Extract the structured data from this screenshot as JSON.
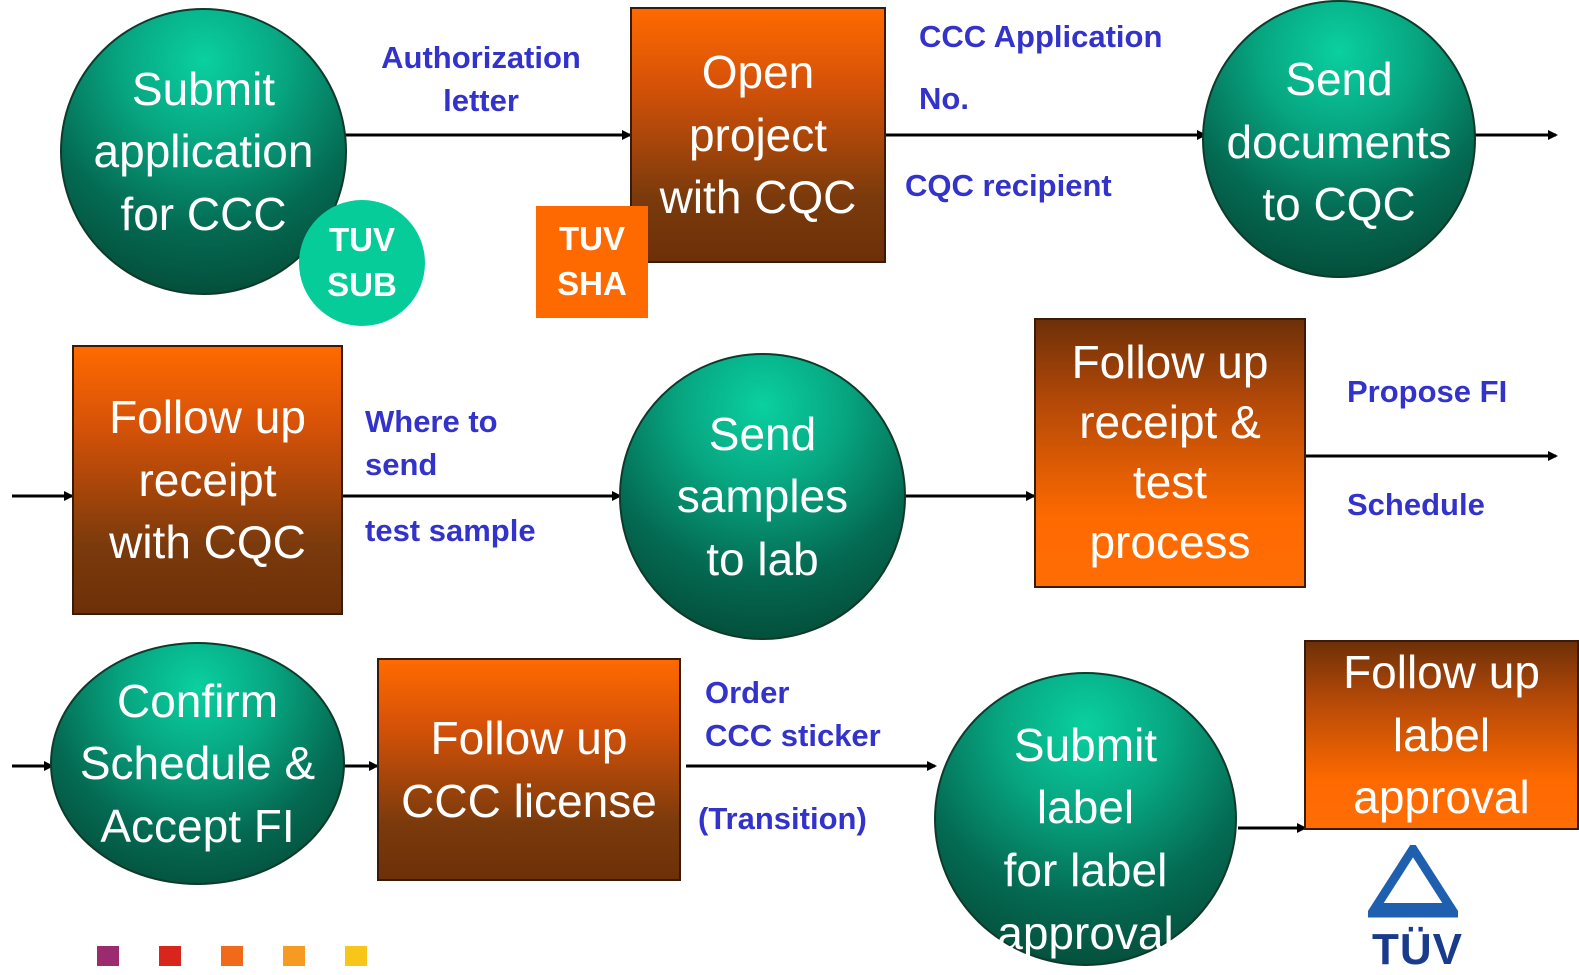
{
  "nodes": {
    "submit_application": "Submit\napplication\nfor CCC",
    "open_project": "Open\nproject\nwith CQC",
    "send_documents": "Send\ndocuments\nto CQC",
    "follow_up_receipt_cqc": "Follow up\nreceipt\nwith CQC",
    "send_samples": "Send\nsamples\nto lab",
    "follow_up_receipt_test": "Follow up\nreceipt &\ntest\nprocess",
    "confirm_schedule": "Confirm\nSchedule &\nAccept FI",
    "follow_up_license": "Follow up\nCCC license",
    "submit_label": "Submit\nlabel\nfor label\napproval",
    "follow_up_label": "Follow up\nlabel\napproval"
  },
  "tags": {
    "tuv_sub": "TUV\nSUB",
    "tuv_sha": "TUV\nSHA"
  },
  "edge_labels": {
    "authorization_letter": "Authorization\nletter",
    "ccc_application_no": "CCC Application\n\nNo.",
    "cqc_recipient": "CQC recipient",
    "where_to_send": "Where to\nsend",
    "test_sample": "test sample",
    "propose_fi": "Propose FI",
    "schedule": "Schedule",
    "order_ccc_sticker": "Order\nCCC sticker",
    "transition": "(Transition)"
  },
  "logo": {
    "name": "TÜV",
    "bar_colors": [
      "#9c2a6e",
      "#d9261c",
      "#f06a1a",
      "#f79a22",
      "#f8c51a"
    ],
    "triangle_color": "#1f5fb0"
  },
  "colors": {
    "label_blue": "#3333cc",
    "teal": "#07a681",
    "orange": "#ff6a00"
  }
}
